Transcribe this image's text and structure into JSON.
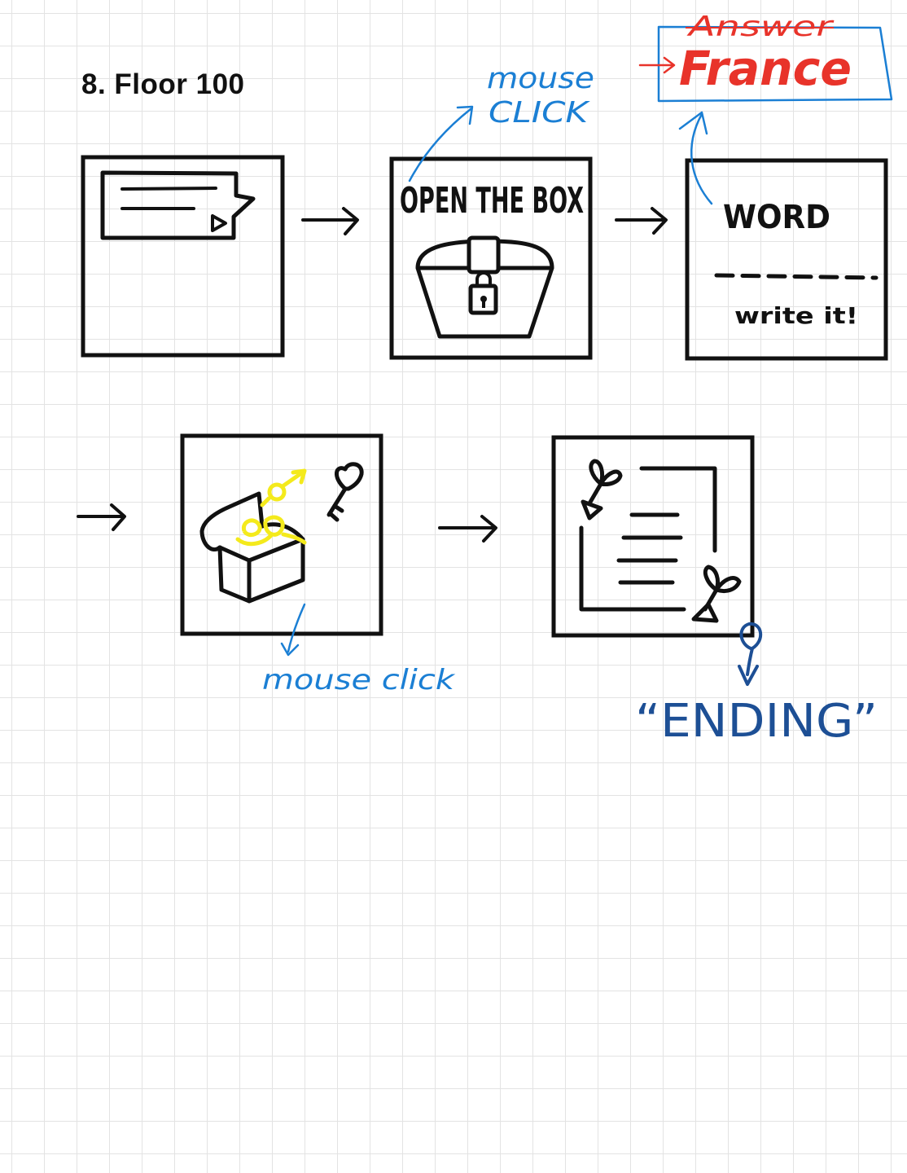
{
  "title": "8. Floor 100",
  "annotations": {
    "mouse_click_top_1": "mouse",
    "mouse_click_top_2": "CLICK",
    "answer_label": "Answer",
    "answer_value": "France",
    "mouse_click_bottom": "mouse click",
    "ending": "“ENDING”"
  },
  "panels": {
    "panel2_text": "OPEN THE BOX",
    "panel3_word": "WORD",
    "panel3_hint": "write it!"
  },
  "colors": {
    "ink": "#111111",
    "blue_note": "#1b7fd4",
    "dark_blue": "#1d4f95",
    "red": "#e8332a",
    "yellow": "#f4ea1c",
    "grid": "#e3e3e3"
  }
}
